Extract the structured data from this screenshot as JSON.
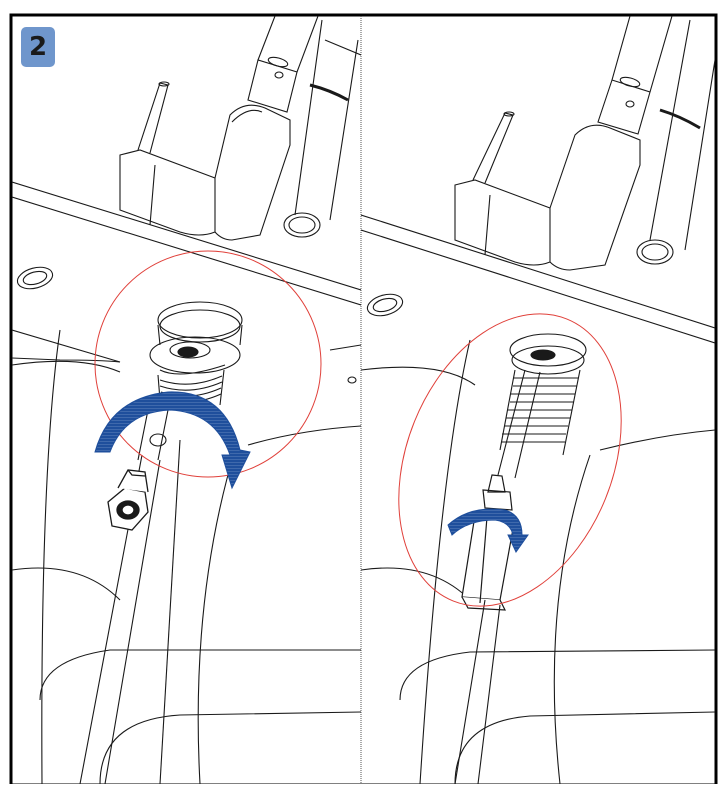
{
  "step": {
    "number": "2",
    "badge_color": "#6f96cc"
  },
  "colors": {
    "line": "#1a1a1a",
    "highlight_circle": "#e0403a",
    "rotation_arrow": "#1f4f9c",
    "border": "#000000"
  },
  "panels": [
    {
      "name": "left-panel",
      "icons": [
        "nut-icon",
        "rotation-arrow-icon",
        "highlight-circle"
      ]
    },
    {
      "name": "right-panel",
      "icons": [
        "hex-wrench-icon",
        "rotation-arrow-icon",
        "highlight-circle"
      ]
    }
  ]
}
